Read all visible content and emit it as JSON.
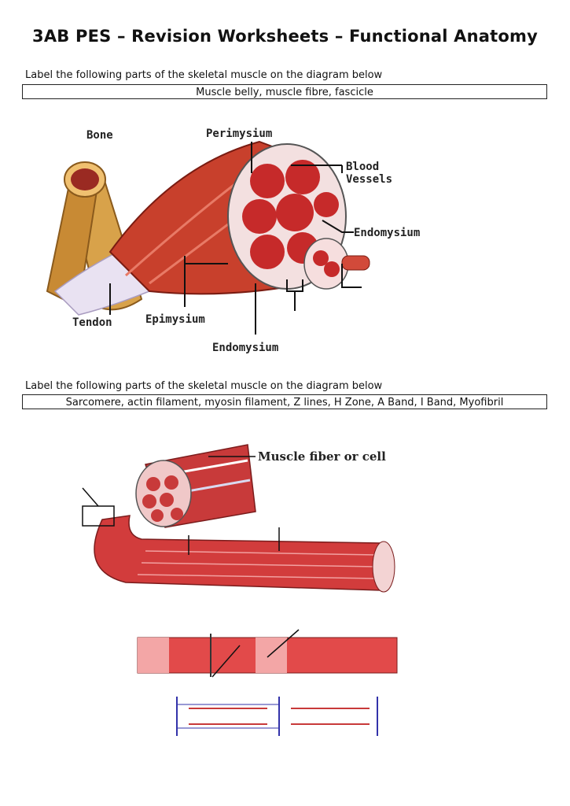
{
  "header": {
    "title": "3AB PES – Revision Worksheets – Functional Anatomy"
  },
  "section1": {
    "instruction": "Label the following parts of the skeletal muscle on the diagram below",
    "word_bank": "Muscle belly, muscle fibre, fascicle",
    "diagram_labels": {
      "bone": "Bone",
      "perimysium": "Perimysium",
      "blood_vessels_1": "Blood",
      "blood_vessels_2": "Vessels",
      "endomysium_right": "Endomysium",
      "tendon": "Tendon",
      "epimysium": "Epimysium",
      "endomysium_bottom": "Endomysium"
    }
  },
  "section2": {
    "instruction": "Label the following parts of the skeletal muscle on the diagram below",
    "word_bank": "Sarcomere, actin filament, myosin filament, Z lines, H Zone, A Band, I Band, Myofibril",
    "diagram_labels": {
      "muscle_fiber": "Muscle fiber or cell"
    }
  }
}
